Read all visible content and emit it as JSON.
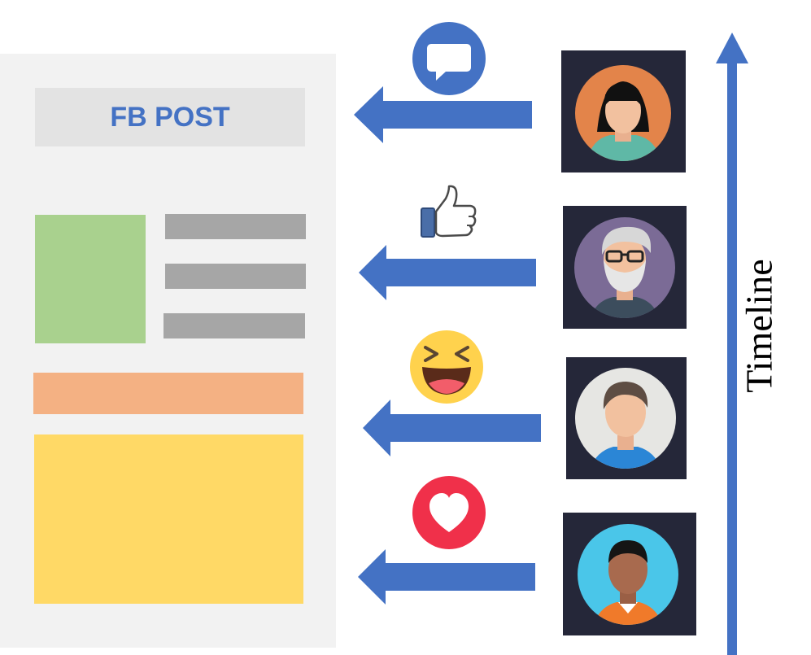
{
  "post": {
    "title": "FB POST"
  },
  "timeline": {
    "label": "Timeline"
  },
  "colors": {
    "arrow": "#4472c4",
    "panel": "#f2f2f2",
    "header": "#e3e3e3",
    "image_block": "#a9d18e",
    "text_lines": "#a6a6a6",
    "banner": "#f4b183",
    "body_block": "#ffd966"
  },
  "reactions": [
    {
      "icon": "comment-icon",
      "user": "avatar-woman-bob-hair"
    },
    {
      "icon": "thumbs-up-icon",
      "user": "avatar-old-man-glasses"
    },
    {
      "icon": "laughing-emoji-icon",
      "user": "avatar-young-man"
    },
    {
      "icon": "heart-icon",
      "user": "avatar-man-dark-skin"
    }
  ]
}
